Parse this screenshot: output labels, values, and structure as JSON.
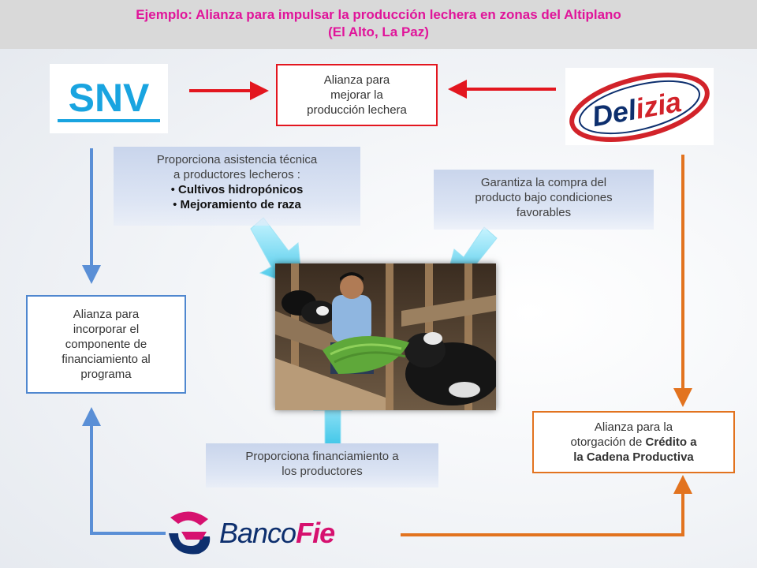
{
  "header": {
    "line1": "Ejemplo: Alianza para impulsar la producción lechera en zonas del Altiplano",
    "line2": "(El Alto, La Paz)"
  },
  "logos": {
    "snv": "SNV",
    "delizia_a": "Del",
    "delizia_b": "izia",
    "bancofie_a": "Banco",
    "bancofie_b": "Fie"
  },
  "boxes": {
    "top": {
      "l1": "Alianza para",
      "l2": "mejorar la",
      "l3": "producción lechera"
    },
    "left": {
      "l1": "Alianza para",
      "l2": "incorporar el",
      "l3": "componente de",
      "l4": "financiamiento al",
      "l5": "programa"
    },
    "right": {
      "l1": "Alianza para la",
      "l2": "otorgación de ",
      "l2b": "Crédito a",
      "l3": "la Cadena Productiva"
    }
  },
  "notes": {
    "snv": {
      "l1": "Proporciona asistencia técnica",
      "l2": "a productores lecheros :",
      "b1": "Cultivos hidropónicos",
      "b2": "Mejoramiento de raza",
      "bullet": "•"
    },
    "delizia": {
      "l1": "Garantiza la compra del",
      "l2": "producto bajo condiciones",
      "l3": "favorables"
    },
    "banco": {
      "l1": "Proporciona financiamiento a",
      "l2": "los productores"
    }
  },
  "colors": {
    "title": "#e0149a",
    "red_arrow": "#e3161f",
    "blue_arrow": "#5a8fd6",
    "orange_arrow": "#e2731f",
    "snv_blue": "#19a4e0",
    "delizia_red": "#d2232a",
    "banco_pink": "#d6116f",
    "banco_navy": "#0d2f6e"
  }
}
